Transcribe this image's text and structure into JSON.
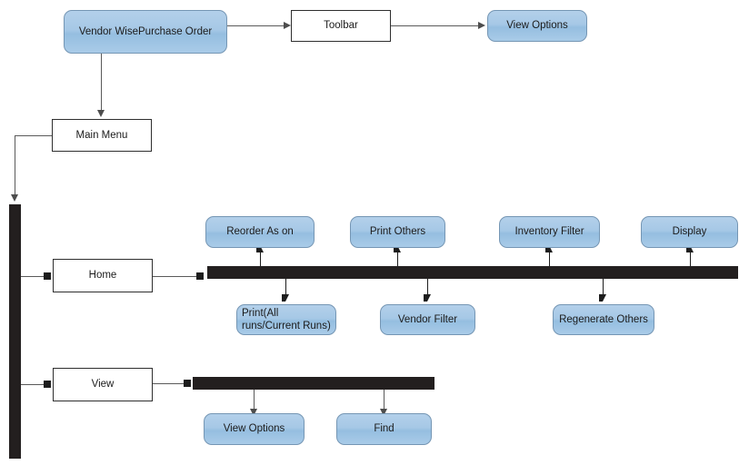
{
  "diagram": {
    "title": "Vendor Wise Purchase Order activity flow",
    "colors": {
      "node_fill_top": "#b3d0ea",
      "node_fill_bottom": "#95bee0",
      "node_border": "#7596b4",
      "plain_border": "#2e2e2e",
      "bar_fill": "#231f1f",
      "connector": "#5a5a5a",
      "text": "#1b1b1b",
      "background": "#ffffff"
    },
    "nodes": {
      "root": "Vendor WisePurchase Order",
      "toolbar": "Toolbar",
      "toolbar_view_options": "View Options",
      "main_menu": "Main Menu",
      "home": "Home",
      "view": "View",
      "reorder_as_on": "Reorder As on",
      "print_others": "Print Others",
      "inventory_filter": "Inventory Filter",
      "display": "Display",
      "print_all_runs": "Print(All runs/Current Runs)",
      "vendor_filter": "Vendor Filter",
      "regenerate_others": "Regenerate Others",
      "view_options": "View Options",
      "find": "Find"
    }
  }
}
